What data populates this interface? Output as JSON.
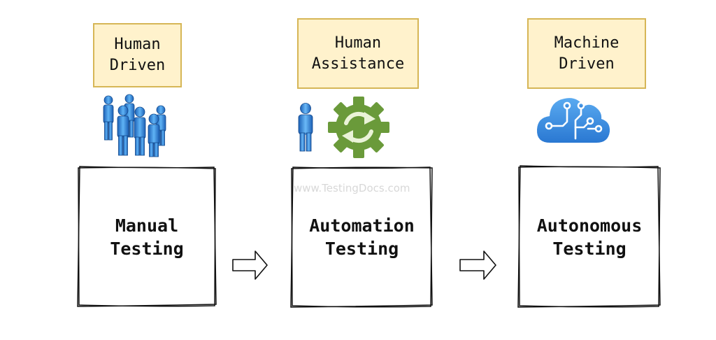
{
  "columns": [
    {
      "label": "Human\nDriven",
      "stage": "Manual\nTesting"
    },
    {
      "label": "Human\nAssistance",
      "stage": "Automation\nTesting"
    },
    {
      "label": "Machine\nDriven",
      "stage": "Autonomous\nTesting"
    }
  ],
  "watermark": "www.TestingDocs.com",
  "icons": [
    "people-group-icon",
    "person-icon",
    "gear-sync-icon",
    "cloud-circuit-icon"
  ],
  "colors": {
    "label_fill": "#fff2cc",
    "label_border": "#d6b656",
    "person_blue": "#3a8ee6",
    "gear_green": "#6a9a3a",
    "cloud_blue": "#3c8fe0"
  }
}
